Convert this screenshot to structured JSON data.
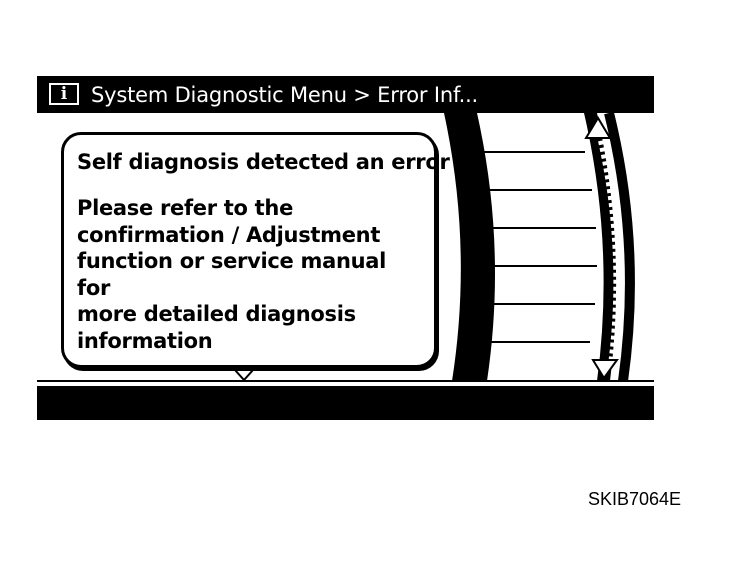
{
  "header": {
    "info_icon_label": "i",
    "breadcrumb": "System Diagnostic Menu > Error Inf..."
  },
  "message": {
    "heading": "Self diagnosis detected an error",
    "body": "Please refer to the\nconfirmation / Adjustment\nfunction or service manual for\nmore detailed diagnosis\ninformation"
  },
  "list_rows": [
    "",
    "",
    "",
    "",
    "",
    "",
    ""
  ],
  "figure_code": "SKIB7064E",
  "colors": {
    "background": "#ffffff",
    "bars": "#000000",
    "text": "#000000"
  },
  "icons": {
    "info": "info-icon",
    "scroll_up": "scroll-up-arrow-icon",
    "scroll_down": "scroll-down-arrow-icon",
    "more_below": "down-triangle-icon"
  }
}
